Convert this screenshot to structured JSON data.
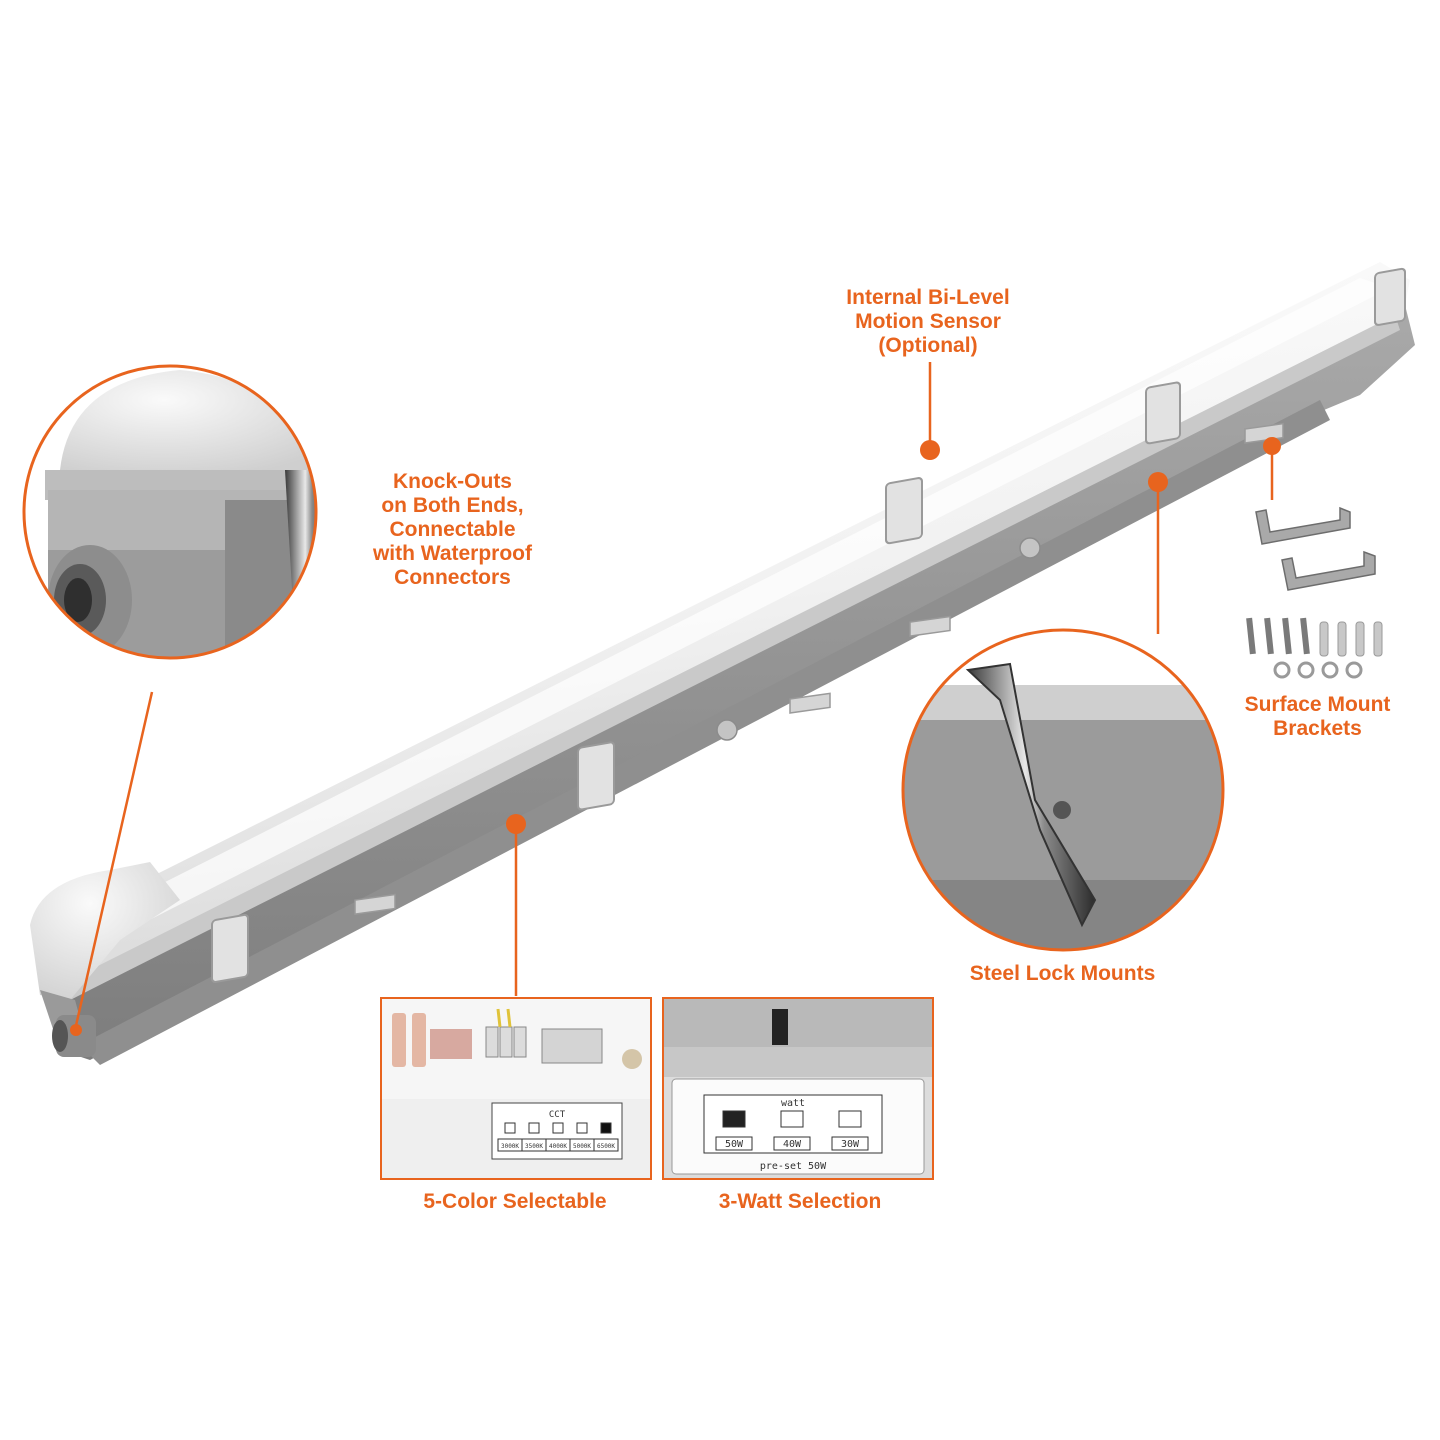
{
  "brand_color": "#e8641e",
  "callouts": {
    "motion_sensor": [
      "Internal Bi-Level",
      "Motion Sensor",
      "(Optional)"
    ],
    "knockouts": [
      "Knock-Outs",
      "on Both Ends,",
      "Connectable",
      "with Waterproof",
      "Connectors"
    ],
    "surface_mount": [
      "Surface Mount",
      "Brackets"
    ],
    "steel_lock": "Steel Lock Mounts",
    "color_select": "5-Color Selectable",
    "watt_select": "3-Watt Selection"
  },
  "cct_panel": {
    "header": "CCT",
    "options": [
      "3000K",
      "3500K",
      "4000K",
      "5000K",
      "6500K"
    ],
    "selected_index": 4
  },
  "watt_panel": {
    "header": "watt",
    "options": [
      "50W",
      "40W",
      "30W"
    ],
    "selected_index": 0,
    "preset": "pre-set  50W"
  },
  "icons": [
    "fixture-image",
    "end-cap-zoom",
    "steel-clip-zoom",
    "bracket-kit"
  ]
}
